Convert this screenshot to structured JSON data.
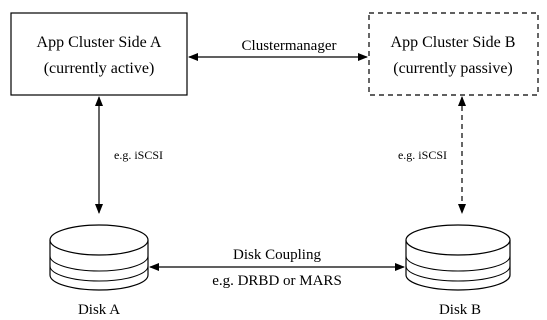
{
  "cluster_a": {
    "line1": "App Cluster Side A",
    "line2": "(currently active)"
  },
  "cluster_b": {
    "line1": "App Cluster Side B",
    "line2": "(currently passive)"
  },
  "cluster_link": {
    "label": "Clustermanager"
  },
  "link_a": {
    "label": "e.g. iSCSI"
  },
  "link_b": {
    "label": "e.g. iSCSI"
  },
  "disk_link": {
    "line1": "Disk Coupling",
    "line2": "e.g. DRBD or MARS"
  },
  "disk_a": {
    "label": "Disk A"
  },
  "disk_b": {
    "label": "Disk B"
  }
}
